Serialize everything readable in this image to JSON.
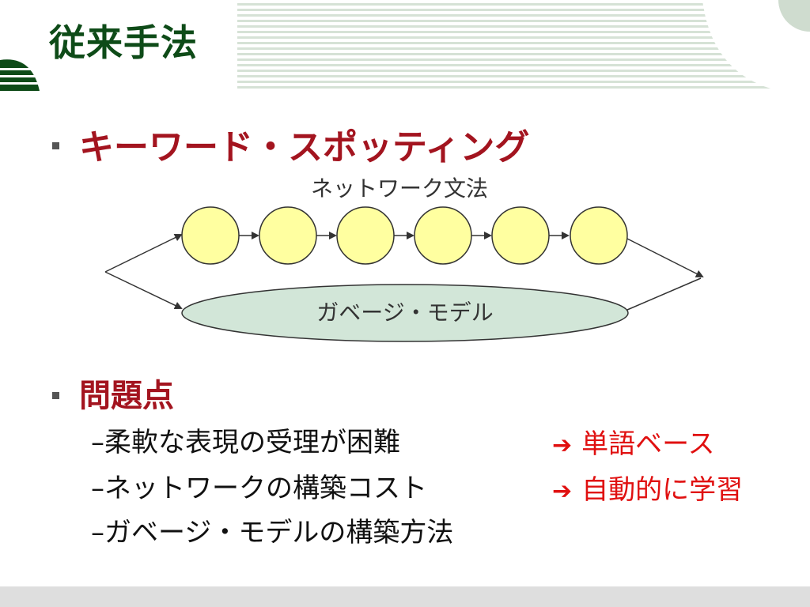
{
  "slide": {
    "title": "従来手法",
    "section1": {
      "heading": "キーワード・スポッティング"
    },
    "diagram": {
      "network_label": "ネットワーク文法",
      "garbage_label": "ガベージ・モデル",
      "node_count": 6,
      "colors": {
        "node_fill": "#ffffa0",
        "ellipse_fill": "#d2e6d8",
        "stroke": "#333333"
      }
    },
    "section2": {
      "heading": "問題点",
      "items": [
        {
          "dash": "–",
          "text": "柔軟な表現の受理が困難",
          "result": "単語ベース"
        },
        {
          "dash": "–",
          "text": "ネットワークの構築コスト",
          "result": "自動的に学習"
        },
        {
          "dash": "–",
          "text": "ガベージ・モデルの構築方法"
        }
      ],
      "arrow_icon": "right-arrow-icon"
    },
    "colors": {
      "title": "#0e4b18",
      "heading": "#a3141f",
      "result": "#e01010",
      "accent_green": "#0e4b18"
    }
  }
}
